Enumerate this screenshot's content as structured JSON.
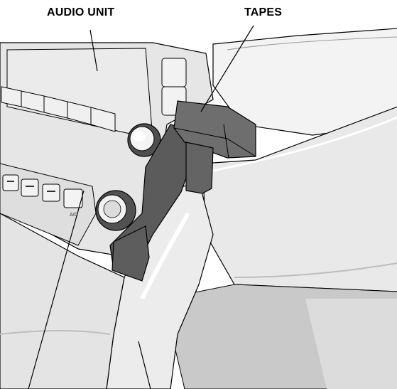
{
  "callouts": {
    "audio_unit": "AUDIO UNIT",
    "tapes": "TAPES"
  },
  "panel_text": {
    "ac_button": "A/C"
  },
  "colors": {
    "tape": "#6e6e6e",
    "tape_dark": "#4a4a4a",
    "panel": "#e6e6e6",
    "trim": "#f2f2f2",
    "shadow": "#b8b8b8",
    "lines": "#000000"
  }
}
